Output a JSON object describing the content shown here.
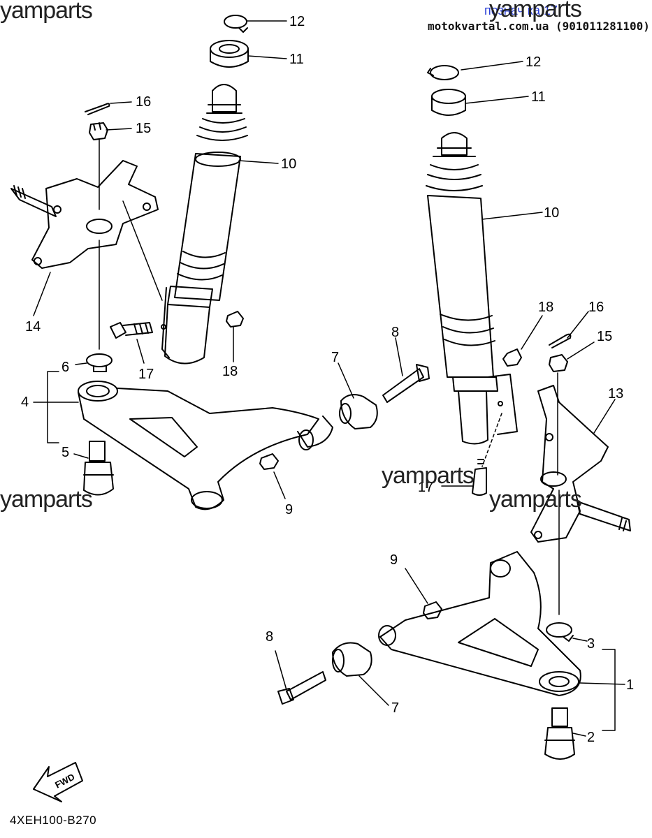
{
  "header": {
    "link_text": "познач ка 17",
    "contact": "motokvartal.com.ua (901011281100)"
  },
  "watermark": {
    "text": "yamparts"
  },
  "diagram_code": "4XEH100-B270",
  "fwd_label": "FWD",
  "callouts": {
    "left_12": "12",
    "left_11": "11",
    "left_10": "10",
    "left_16": "16",
    "left_15": "15",
    "left_14": "14",
    "left_17": "17",
    "left_18": "18",
    "left_6": "6",
    "left_4": "4",
    "left_5": "5",
    "left_7": "7",
    "left_8": "8",
    "left_9": "9",
    "right_12": "12",
    "right_11": "11",
    "right_10": "10",
    "right_18": "18",
    "right_16": "16",
    "right_15": "15",
    "right_13": "13",
    "right_17": "17",
    "right_9": "9",
    "right_3": "3",
    "right_1": "1",
    "right_8": "8",
    "right_7": "7",
    "right_2": "2"
  }
}
